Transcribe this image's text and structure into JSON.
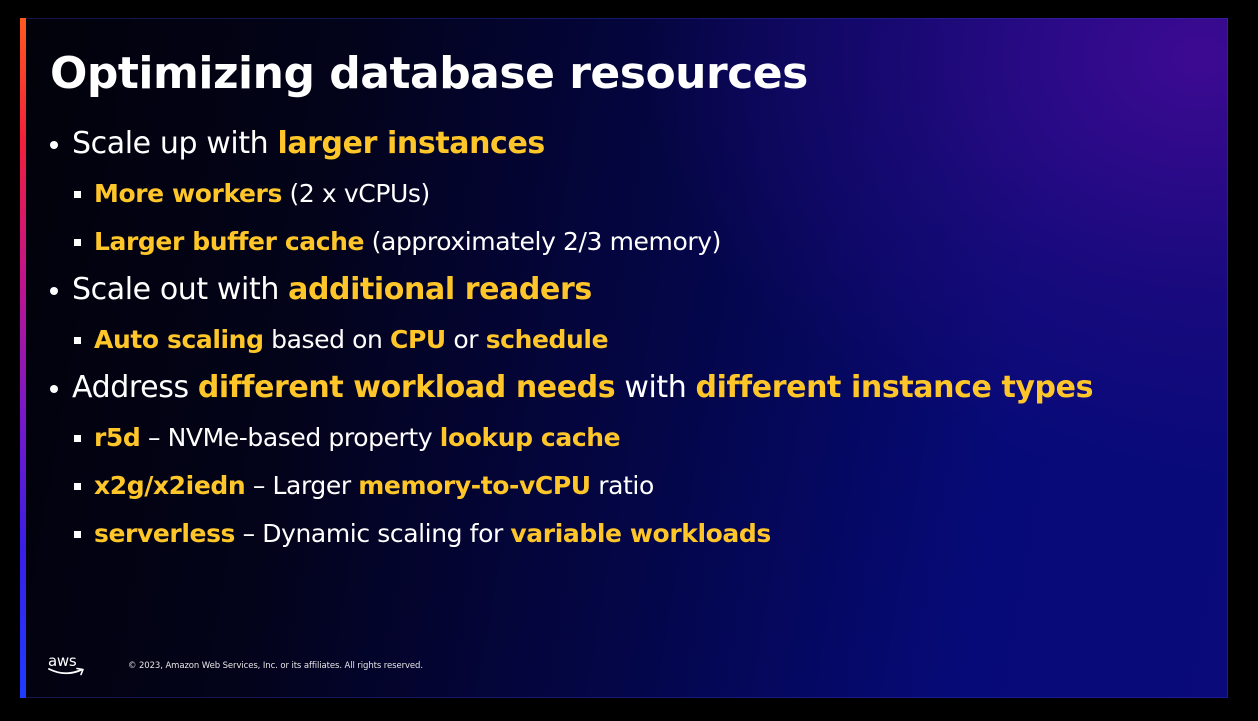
{
  "slide": {
    "title": "Optimizing database resources",
    "colors": {
      "highlight": "#ffc629",
      "text": "#ffffff",
      "background_dark": "#02020a",
      "background_blue": "#060a78",
      "background_purple": "#460a96"
    },
    "bullets": [
      {
        "level": 1,
        "parts": [
          {
            "text": "Scale up with ",
            "highlight": false
          },
          {
            "text": "larger instances",
            "highlight": true
          }
        ]
      },
      {
        "level": 2,
        "parts": [
          {
            "text": "More workers",
            "highlight": true
          },
          {
            "text": " (2 x vCPUs)",
            "highlight": false
          }
        ]
      },
      {
        "level": 2,
        "parts": [
          {
            "text": "Larger buffer cache",
            "highlight": true
          },
          {
            "text": " (approximately 2/3 memory)",
            "highlight": false
          }
        ]
      },
      {
        "level": 1,
        "parts": [
          {
            "text": "Scale out with ",
            "highlight": false
          },
          {
            "text": "additional readers",
            "highlight": true
          }
        ]
      },
      {
        "level": 2,
        "parts": [
          {
            "text": "Auto scaling",
            "highlight": true
          },
          {
            "text": " based on ",
            "highlight": false
          },
          {
            "text": "CPU",
            "highlight": true
          },
          {
            "text": " or ",
            "highlight": false
          },
          {
            "text": "schedule",
            "highlight": true
          }
        ]
      },
      {
        "level": 1,
        "parts": [
          {
            "text": "Address ",
            "highlight": false
          },
          {
            "text": "different workload needs",
            "highlight": true
          },
          {
            "text": " with ",
            "highlight": false
          },
          {
            "text": "different instance types",
            "highlight": true
          }
        ]
      },
      {
        "level": 2,
        "parts": [
          {
            "text": "r5d",
            "highlight": true
          },
          {
            "text": " – NVMe-based property ",
            "highlight": false
          },
          {
            "text": "lookup cache",
            "highlight": true
          }
        ]
      },
      {
        "level": 2,
        "parts": [
          {
            "text": "x2g/x2iedn",
            "highlight": true
          },
          {
            "text": " – Larger ",
            "highlight": false
          },
          {
            "text": "memory-to-vCPU",
            "highlight": true
          },
          {
            "text": " ratio",
            "highlight": false
          }
        ]
      },
      {
        "level": 2,
        "parts": [
          {
            "text": "serverless",
            "highlight": true
          },
          {
            "text": " – Dynamic scaling for ",
            "highlight": false
          },
          {
            "text": "variable workloads",
            "highlight": true
          }
        ]
      }
    ]
  },
  "footer": {
    "logo_text": "aws",
    "logo_icon": "aws-smile-arrow-icon",
    "copyright": "© 2023, Amazon Web Services, Inc. or its affiliates. All rights reserved."
  }
}
